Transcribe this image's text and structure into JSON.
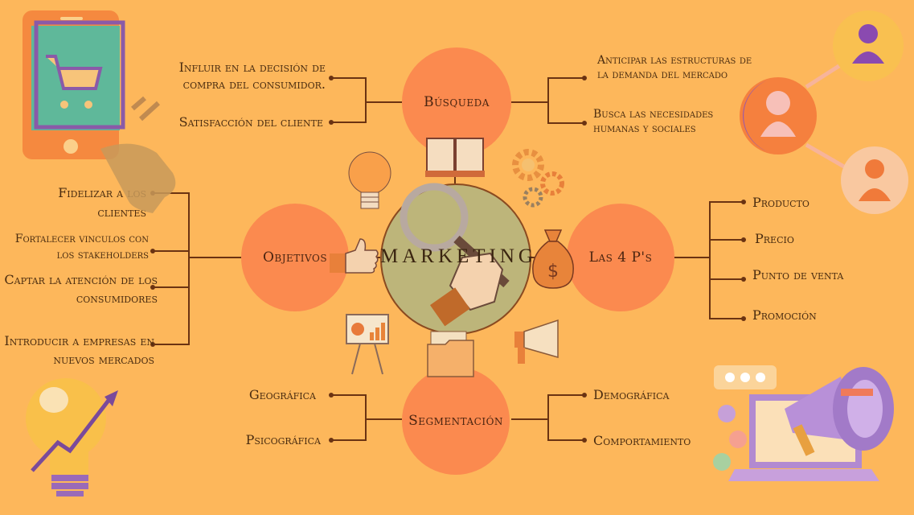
{
  "center": {
    "title": "MARKETING"
  },
  "nodes": {
    "busqueda": "Búsqueda",
    "objetivos": "Objetivos",
    "cuatro_ps": "Las 4 P's",
    "segmentacion": "Segmentación"
  },
  "busqueda_left": [
    "Influir en la decisión de compra del consumidor.",
    "Satisfacción del cliente"
  ],
  "busqueda_right": [
    "Anticipar las estructuras de la demanda del mercado",
    "Busca las necesidades humanas y sociales"
  ],
  "objetivos_items": [
    "Fidelizar a los clientes",
    "Fortalecer vinculos con los stakeholders",
    "Captar la atención de los consumidores",
    "Introducir a empresas en nuevos mercados"
  ],
  "ps_items": [
    "Producto",
    "Precio",
    "Punto de venta",
    "Promoción"
  ],
  "seg_left": [
    "Geográfica",
    "Psicográfica"
  ],
  "seg_right": [
    "Demográfica",
    "Comportamiento"
  ],
  "icons": [
    "phone-cart-icon",
    "lightbulb-chart-icon",
    "person-icon",
    "laptop-megaphone-icon",
    "lightbulb-icon",
    "book-icon",
    "gears-icon",
    "magnifier-icon",
    "money-bag-icon",
    "thumbs-up-icon",
    "easel-chart-icon",
    "folder-icon",
    "megaphone-icon"
  ],
  "colors": {
    "background": "#fdb75b",
    "node": "#fb8a4f",
    "line": "#6b3312",
    "text": "#4a2c10"
  }
}
